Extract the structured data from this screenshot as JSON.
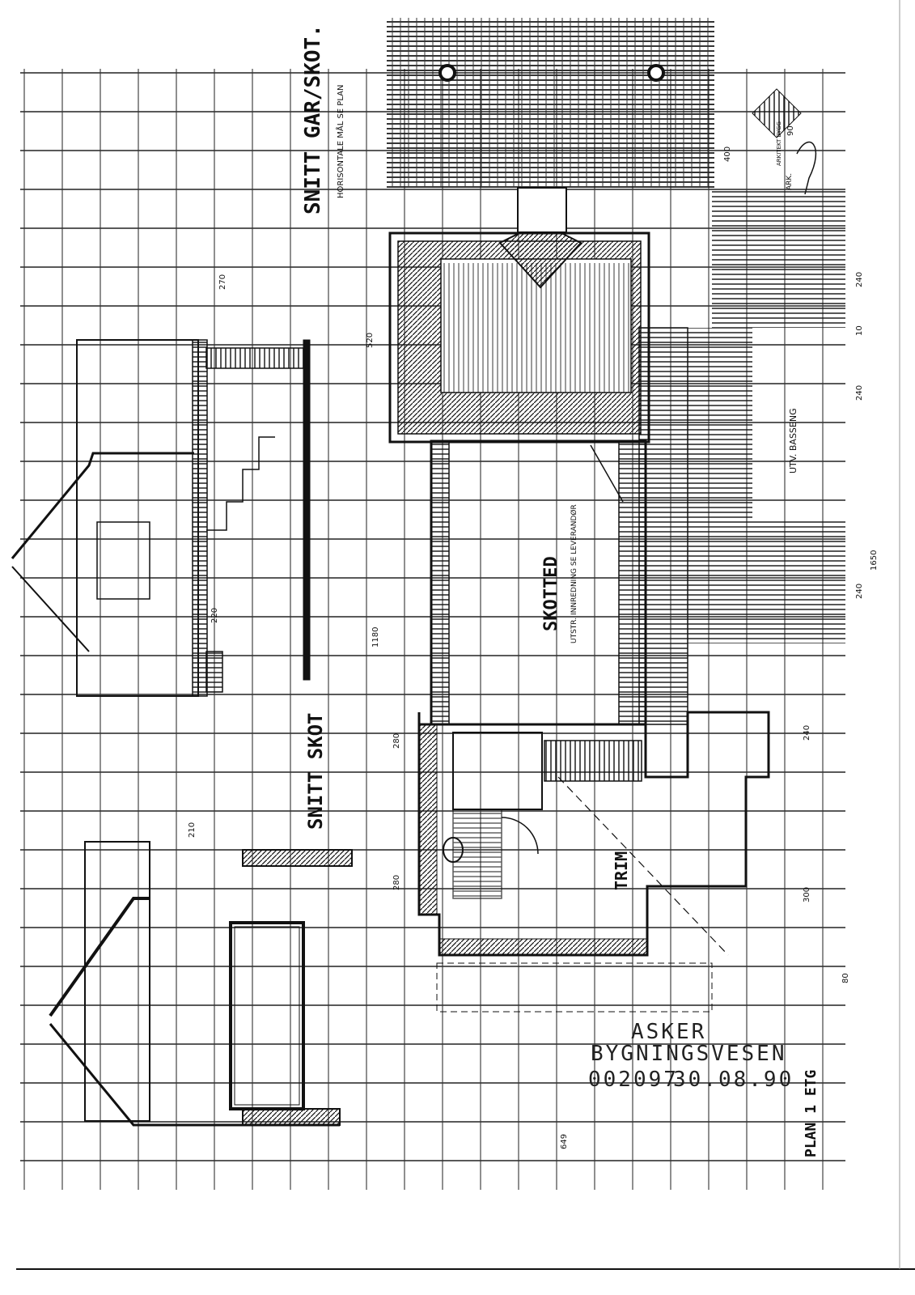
{
  "titles": {
    "section_garage": "SNITT GAR/SKOT.",
    "section_garage_note": "HORISONTALE MÅL SE PLAN",
    "section_skot": "SNITT SKOT",
    "plan": "PLAN 1 ETG"
  },
  "rooms": {
    "main_room": "SKOTTED",
    "main_room_note": "UTSTR. INNREDNING SE LEVERANDØR",
    "trim": "TRIM",
    "pool": "UTV. BASSENG"
  },
  "stamp": {
    "line1": "ASKER",
    "line2": "BYGNINGSVESEN",
    "number": "002097",
    "date": "30.08.90"
  },
  "logo": {
    "text": "ARKITEKT BYGG",
    "year": "90",
    "sign": "ARK."
  },
  "dimensions": {
    "d400": "400",
    "d520": "520",
    "d1180": "1180",
    "d240a": "240",
    "d10": "10",
    "d240b": "240",
    "d1650": "1650",
    "d240c": "240",
    "d280a": "280",
    "d280b": "280",
    "d240d": "240",
    "d300": "300",
    "d80": "80",
    "d649": "649",
    "d210": "210",
    "d220": "220",
    "d270": "270"
  },
  "colors": {
    "ink": "#111111",
    "paper": "#ffffff"
  }
}
